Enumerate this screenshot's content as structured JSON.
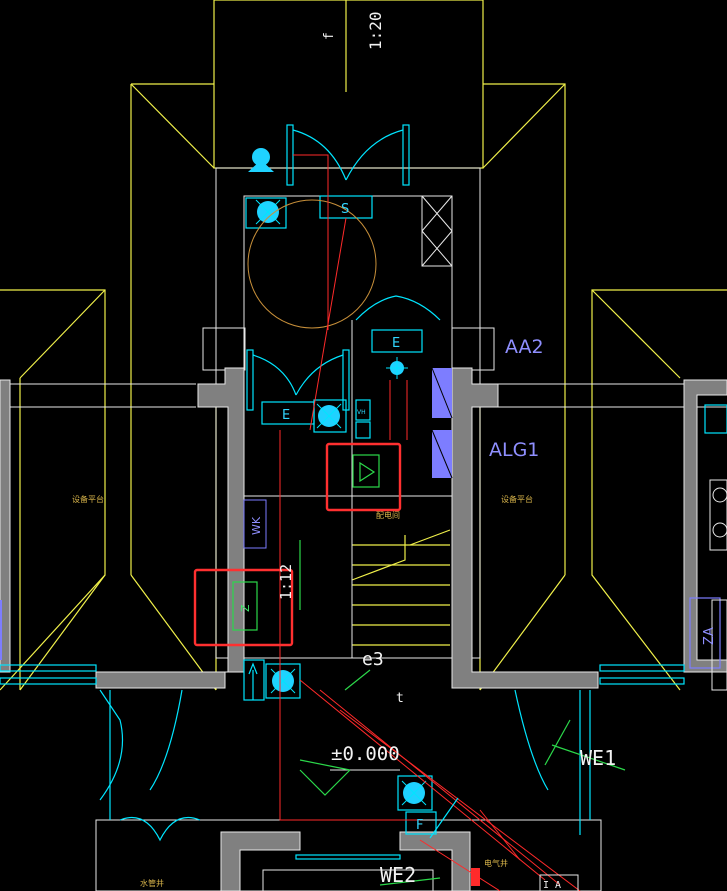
{
  "drawing": {
    "background": "#000000",
    "colors": {
      "yellow": "#f0f04a",
      "white": "#f2f2f2",
      "cyan": "#00e5ff",
      "cyan_fill": "#1fd2ff",
      "red": "#ff2a2a",
      "gray_fill": "#808080",
      "green": "#2bd84a",
      "purple": "#7d7dff",
      "orange": "#c8903a",
      "highlight_box": "#ff3030"
    },
    "labels": {
      "top_scale": "1:20",
      "top_mark": "f",
      "aa2": "AA2",
      "alg1": "ALG1",
      "s_box": "S",
      "e_box_upper": "E",
      "e_box_lower": "E",
      "wk_box": "WK",
      "z_box": "Z",
      "scale_right": "1:12",
      "e3": "e3",
      "level": "±0.000",
      "we1": "WE1",
      "we2": "WE2",
      "f_box": "F",
      "equip_left": "设备平台",
      "equip_right": "设备平台",
      "distribution_room": "配电间",
      "water_well": "水管井",
      "elec_well": "电气井",
      "za": "ZA",
      "ia_box": "I A",
      "vh": "VH",
      "t_mark": "t"
    }
  }
}
